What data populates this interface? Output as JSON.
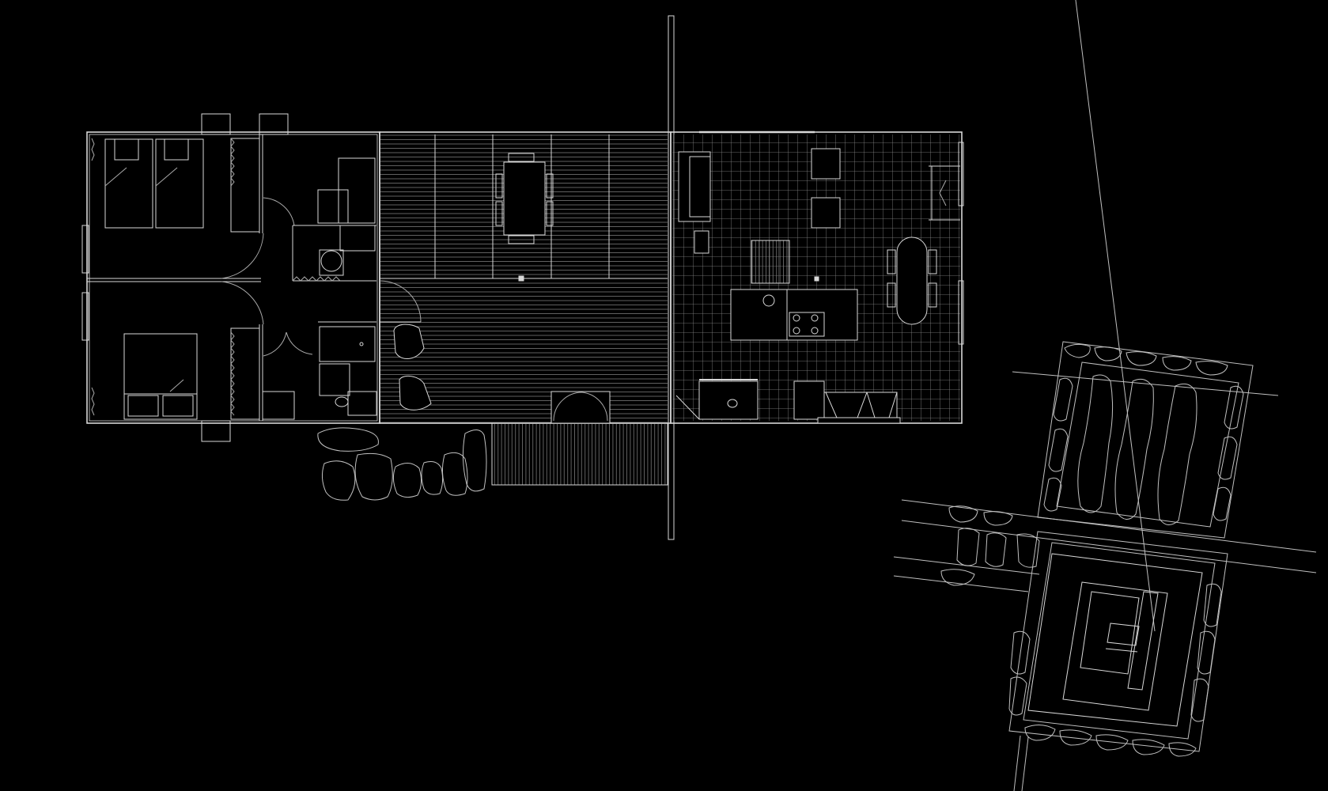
{
  "drawing": {
    "type": "architectural floor plan",
    "background_color": "#000000",
    "line_color": "#d8d8d8",
    "wall_color": "#f2f2f2",
    "hatch_color": "#8a8a8a"
  },
  "zones": [
    {
      "name": "bedroom-north"
    },
    {
      "name": "bedroom-south"
    },
    {
      "name": "hallway"
    },
    {
      "name": "bathroom-north"
    },
    {
      "name": "bathroom-south"
    },
    {
      "name": "covered-deck-dining"
    },
    {
      "name": "covered-deck-lounge"
    },
    {
      "name": "living-kitchen"
    },
    {
      "name": "entry-steps"
    },
    {
      "name": "stone-path"
    },
    {
      "name": "garden-beds"
    },
    {
      "name": "stone-walled-garden"
    }
  ]
}
